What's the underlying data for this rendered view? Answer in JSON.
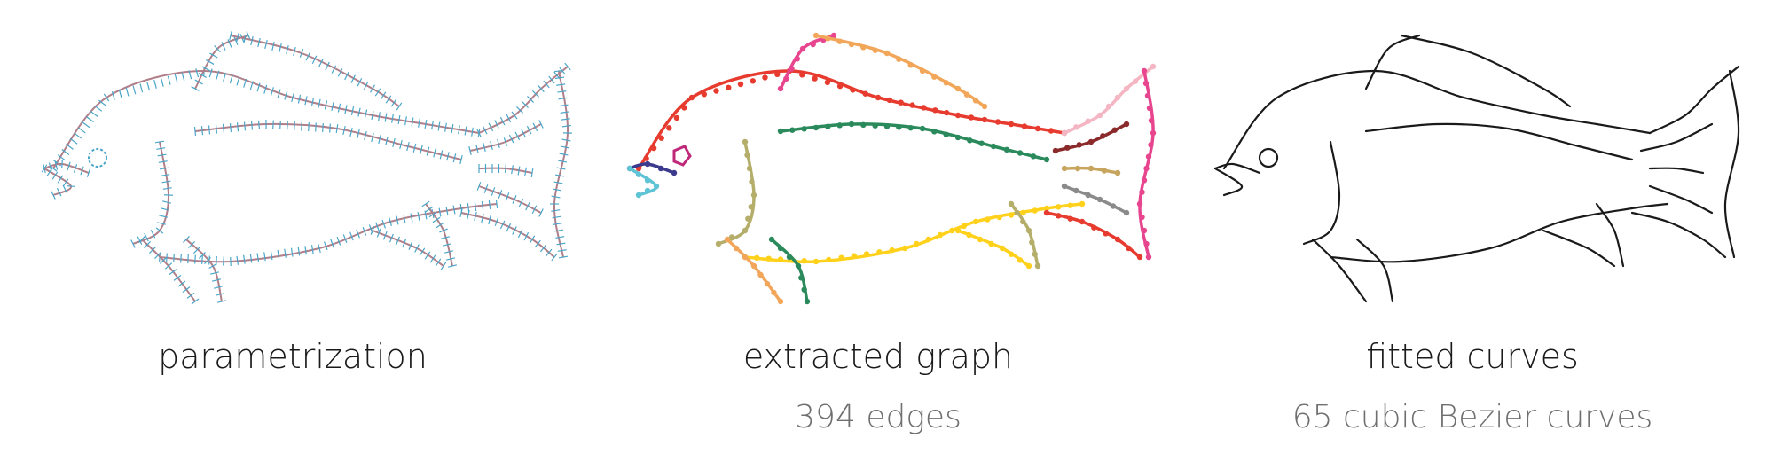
{
  "panels": [
    {
      "title": "parametrization",
      "subtitle": ""
    },
    {
      "title": "extracted graph",
      "subtitle": "394 edges"
    },
    {
      "title": "fitted curves",
      "subtitle": "65 cubic Bezier curves"
    }
  ],
  "colors": {
    "param_stroke": "#b07f8a",
    "param_tick": "#4aa6c8",
    "fitted_stroke": "#1a1a1a",
    "graph_palette": [
      "#e63b2e",
      "#e8458f",
      "#f2a65a",
      "#ffd11a",
      "#b4ae6a",
      "#2a8a5c",
      "#3c3a8c",
      "#5fc3d6",
      "#f4b6c3",
      "#8a2a2a",
      "#c7a55e",
      "#8a8a8a"
    ]
  }
}
